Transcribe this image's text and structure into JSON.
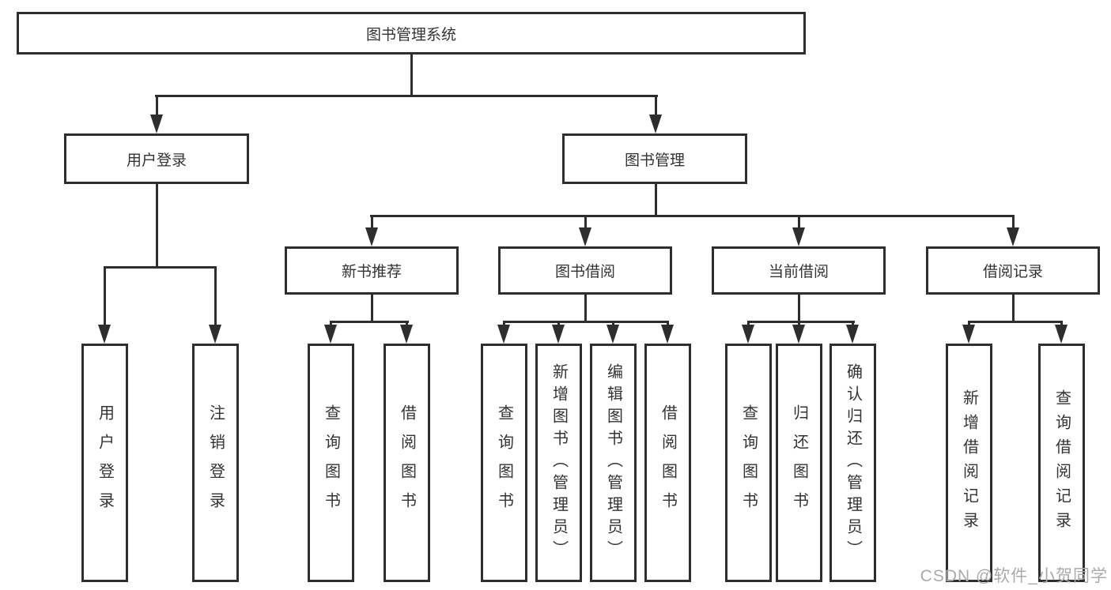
{
  "root": {
    "label": "图书管理系统"
  },
  "level2": [
    "用户登录",
    "图书管理"
  ],
  "level3": [
    "新书推荐",
    "图书借阅",
    "当前借阅",
    "借阅记录"
  ],
  "leaves": [
    "用户登录",
    "注销登录",
    "查询图书",
    "借阅图书",
    "查询图书",
    "新增图书（管理员）",
    "编辑图书（管理员）",
    "借阅图书",
    "查询图书",
    "归还图书",
    "确认归还（管理员）",
    "新增借阅记录",
    "查询借阅记录"
  ],
  "watermark": "CSDN @软件_小贺同学",
  "colors": {
    "line": "#2e2e2e",
    "text": "#333333",
    "watermark": "#aaaaaa"
  }
}
